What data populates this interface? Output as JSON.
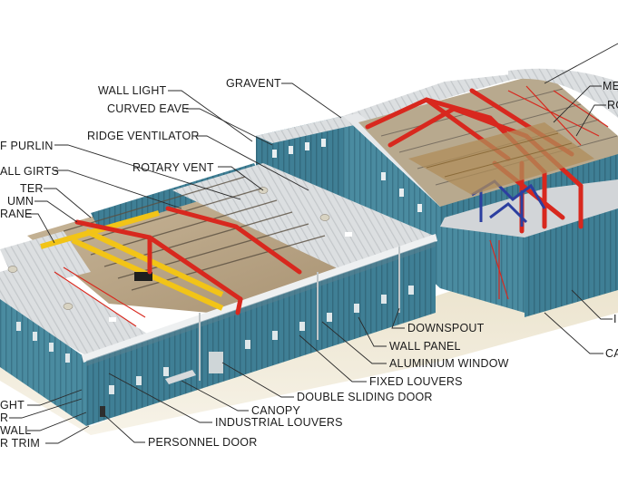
{
  "labels": {
    "wall_light": "WALL LIGHT",
    "gravent": "GRAVENT",
    "curved_eave": "CURVED EAVE",
    "ridge_ventilator": "RIDGE VENTILATOR",
    "roof_purlin": "F PURLIN",
    "rotary_vent": "ROTARY VENT",
    "wall_girts": "ALL GIRTS",
    "rafter": "TER",
    "column": "UMN",
    "crane": "RANE",
    "mezzanine": "ME",
    "roof_right": "RO",
    "downspout": "DOWNSPOUT",
    "wall_panel": "WALL PANEL",
    "aluminium_window": "ALUMINIUM WINDOW",
    "fixed_louvers": "FIXED LOUVERS",
    "double_sliding_door": "DOUBLE SLIDING DOOR",
    "canopy": "CANOPY",
    "industrial_louvers": "INDUSTRIAL LOUVERS",
    "personnel_door": "PERSONNEL DOOR",
    "light_left": "GHT",
    "r_left": "R",
    "wall_left": "WALL",
    "trim_left": "R TRIM",
    "ca_right": "CA",
    "i_right": "I"
  },
  "colors": {
    "wall_panel": "#3f7f95",
    "roof_panel": "#d9dcde",
    "steel_frame": "#d8281e",
    "crane_beam": "#f2c417",
    "stair": "#2c3fa0"
  }
}
